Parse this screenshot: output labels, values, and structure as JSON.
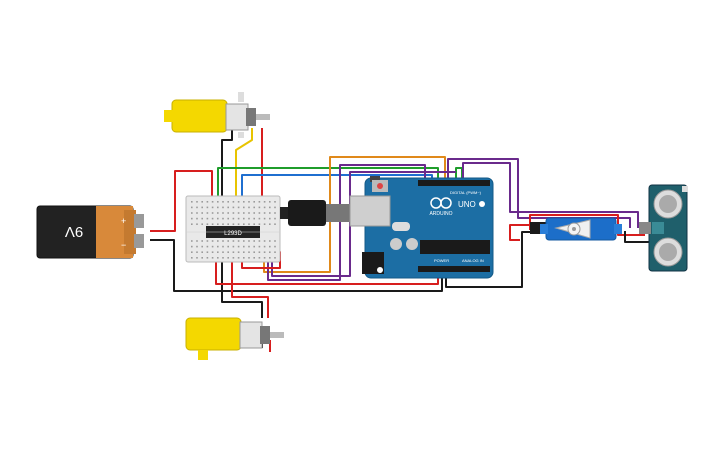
{
  "battery": {
    "label": "9V",
    "plus": "+",
    "minus": "−"
  },
  "driver_chip": {
    "label": "L293D"
  },
  "arduino": {
    "brand": "ARDUINO",
    "model": "UNO",
    "digital_label": "DIGITAL (PWM~)",
    "power_label": "POWER",
    "analog_label": "ANALOG IN"
  },
  "colors": {
    "red": "#d71e1e",
    "black": "#1a1a1a",
    "green": "#1f9d2b",
    "blue": "#1f6fd0",
    "orange": "#e0891a",
    "purple": "#6a2a8c",
    "yellow": "#f0c419",
    "board": "#1c6ea4",
    "motor_yellow": "#f4d800",
    "breadboard": "#e9e9e9"
  }
}
